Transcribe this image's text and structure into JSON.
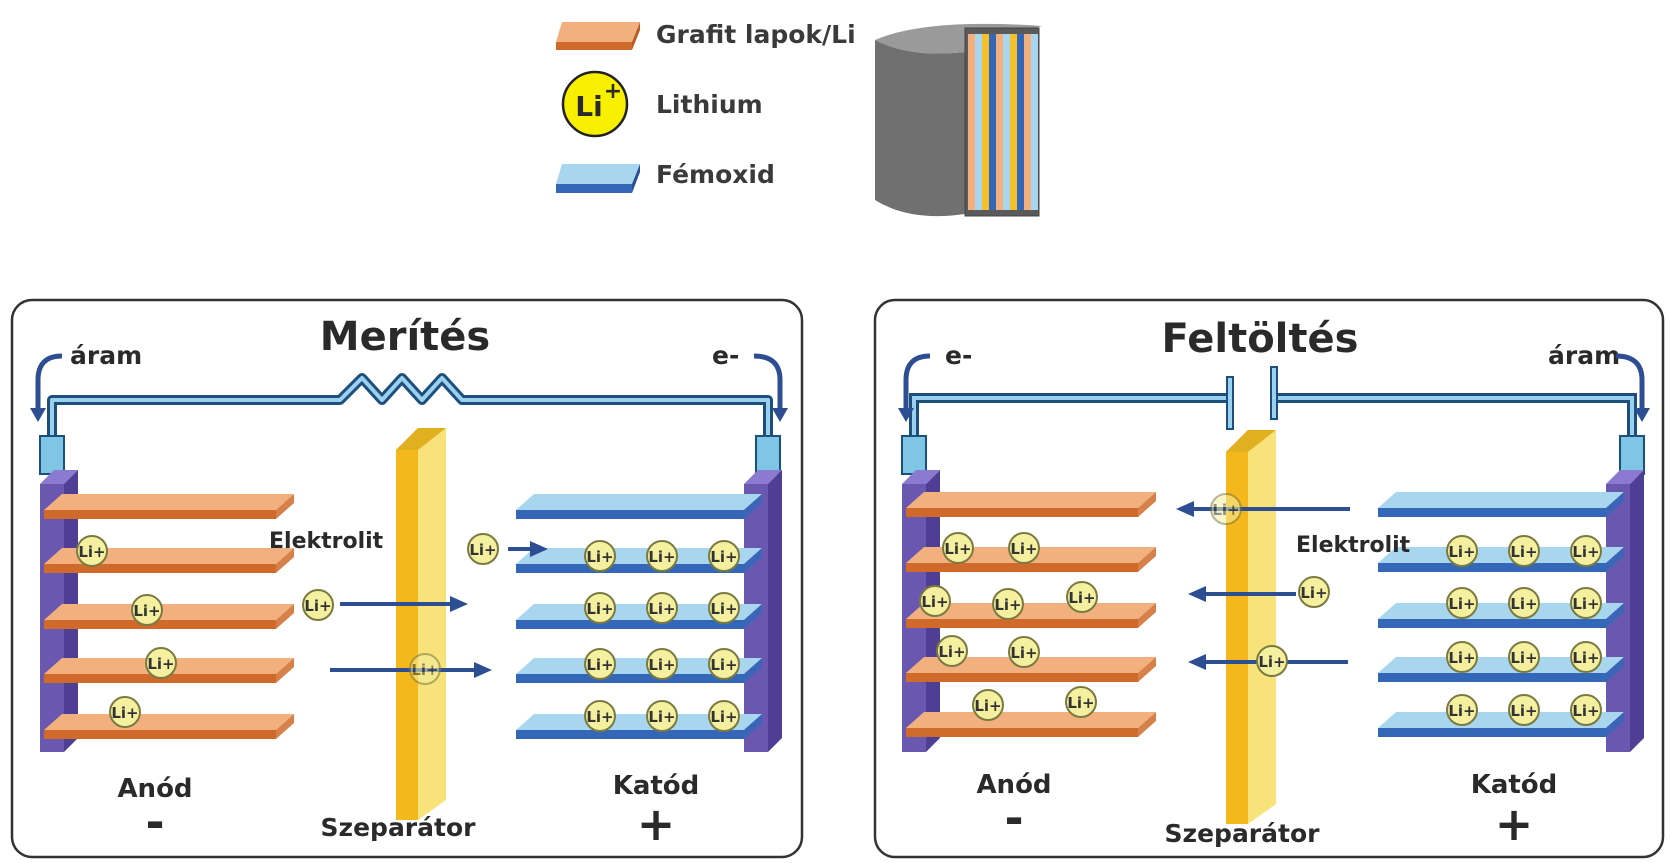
{
  "legend": {
    "graphite_label": "Grafit lapok/Li",
    "lithium_label": "Lithium",
    "lithium_symbol": "Li",
    "lithium_charge": "+",
    "metal_oxide_label": "Fémoxid"
  },
  "colors": {
    "graphite_top": "#f2b07e",
    "graphite_side": "#cf6a2a",
    "oxide_top": "#a8d6ef",
    "oxide_side": "#3567b8",
    "collector": "#6a58b0",
    "separator": "#f6c02a",
    "ion": "#f4f0a0",
    "wire": "#2e6aa0",
    "arrow": "#2d4e93"
  },
  "panels": [
    {
      "id": "discharge",
      "title": "Merítés",
      "left_flow_label": "áram",
      "right_flow_label": "e-",
      "electrolyte_label": "Elektrolit",
      "anode_label": "Anód",
      "anode_sign": "-",
      "cathode_label": "Katód",
      "cathode_sign": "+",
      "separator_label": "Szeparátor",
      "ion_label": "Li+"
    },
    {
      "id": "charge",
      "title": "Feltöltés",
      "left_flow_label": "e-",
      "right_flow_label": "áram",
      "electrolyte_label": "Elektrolit",
      "anode_label": "Anód",
      "anode_sign": "-",
      "cathode_label": "Katód",
      "cathode_sign": "+",
      "separator_label": "Szeparátor",
      "ion_label": "Li+"
    }
  ]
}
